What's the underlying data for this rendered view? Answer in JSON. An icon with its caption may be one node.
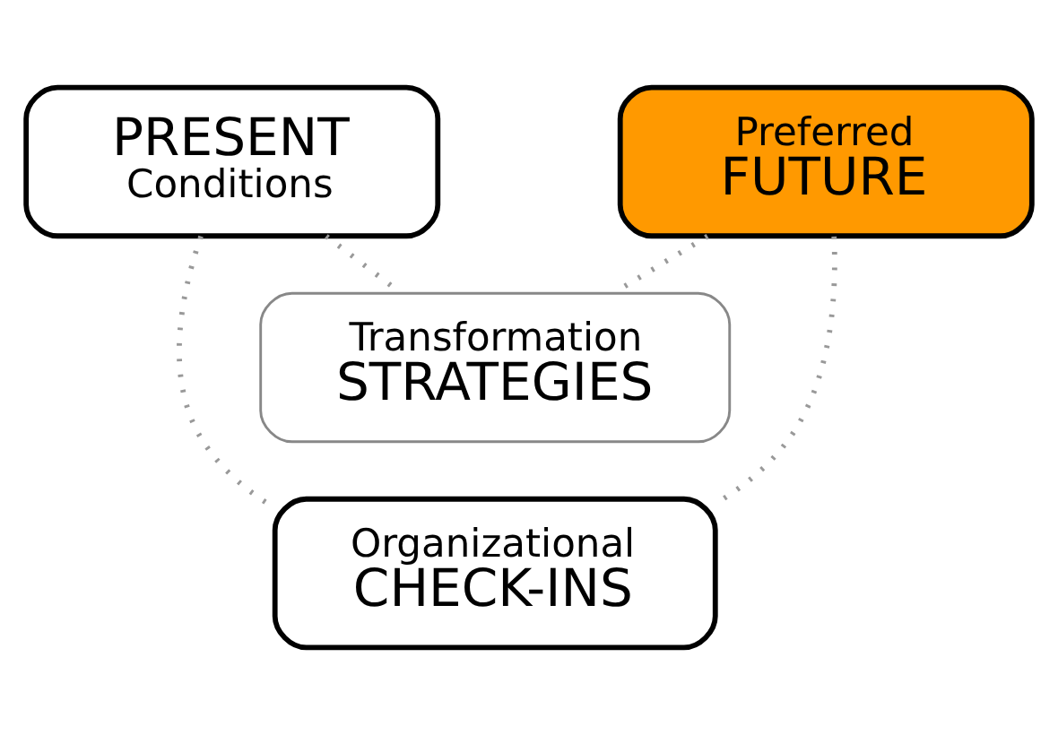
{
  "diagram": {
    "nodes": [
      {
        "text": [
          "PRESENT",
          "Conditions"
        ]
      },
      {
        "text": [
          "Preferred",
          "FUTURE"
        ]
      },
      {
        "text": [
          "Transformation",
          "STRATEGIES"
        ]
      },
      {
        "text": [
          "Organizational",
          "CHECK-INS"
        ]
      }
    ],
    "edges": [
      {
        "from": 0,
        "to": 2,
        "arrow": "none",
        "style": "dashed"
      },
      {
        "from": 0,
        "to": 3,
        "arrow": "none",
        "style": "dashed"
      },
      {
        "from": 1,
        "to": 2,
        "arrow": "none",
        "style": "dashed"
      },
      {
        "from": 1,
        "to": 3,
        "arrow": "none",
        "style": "dashed"
      }
    ]
  }
}
